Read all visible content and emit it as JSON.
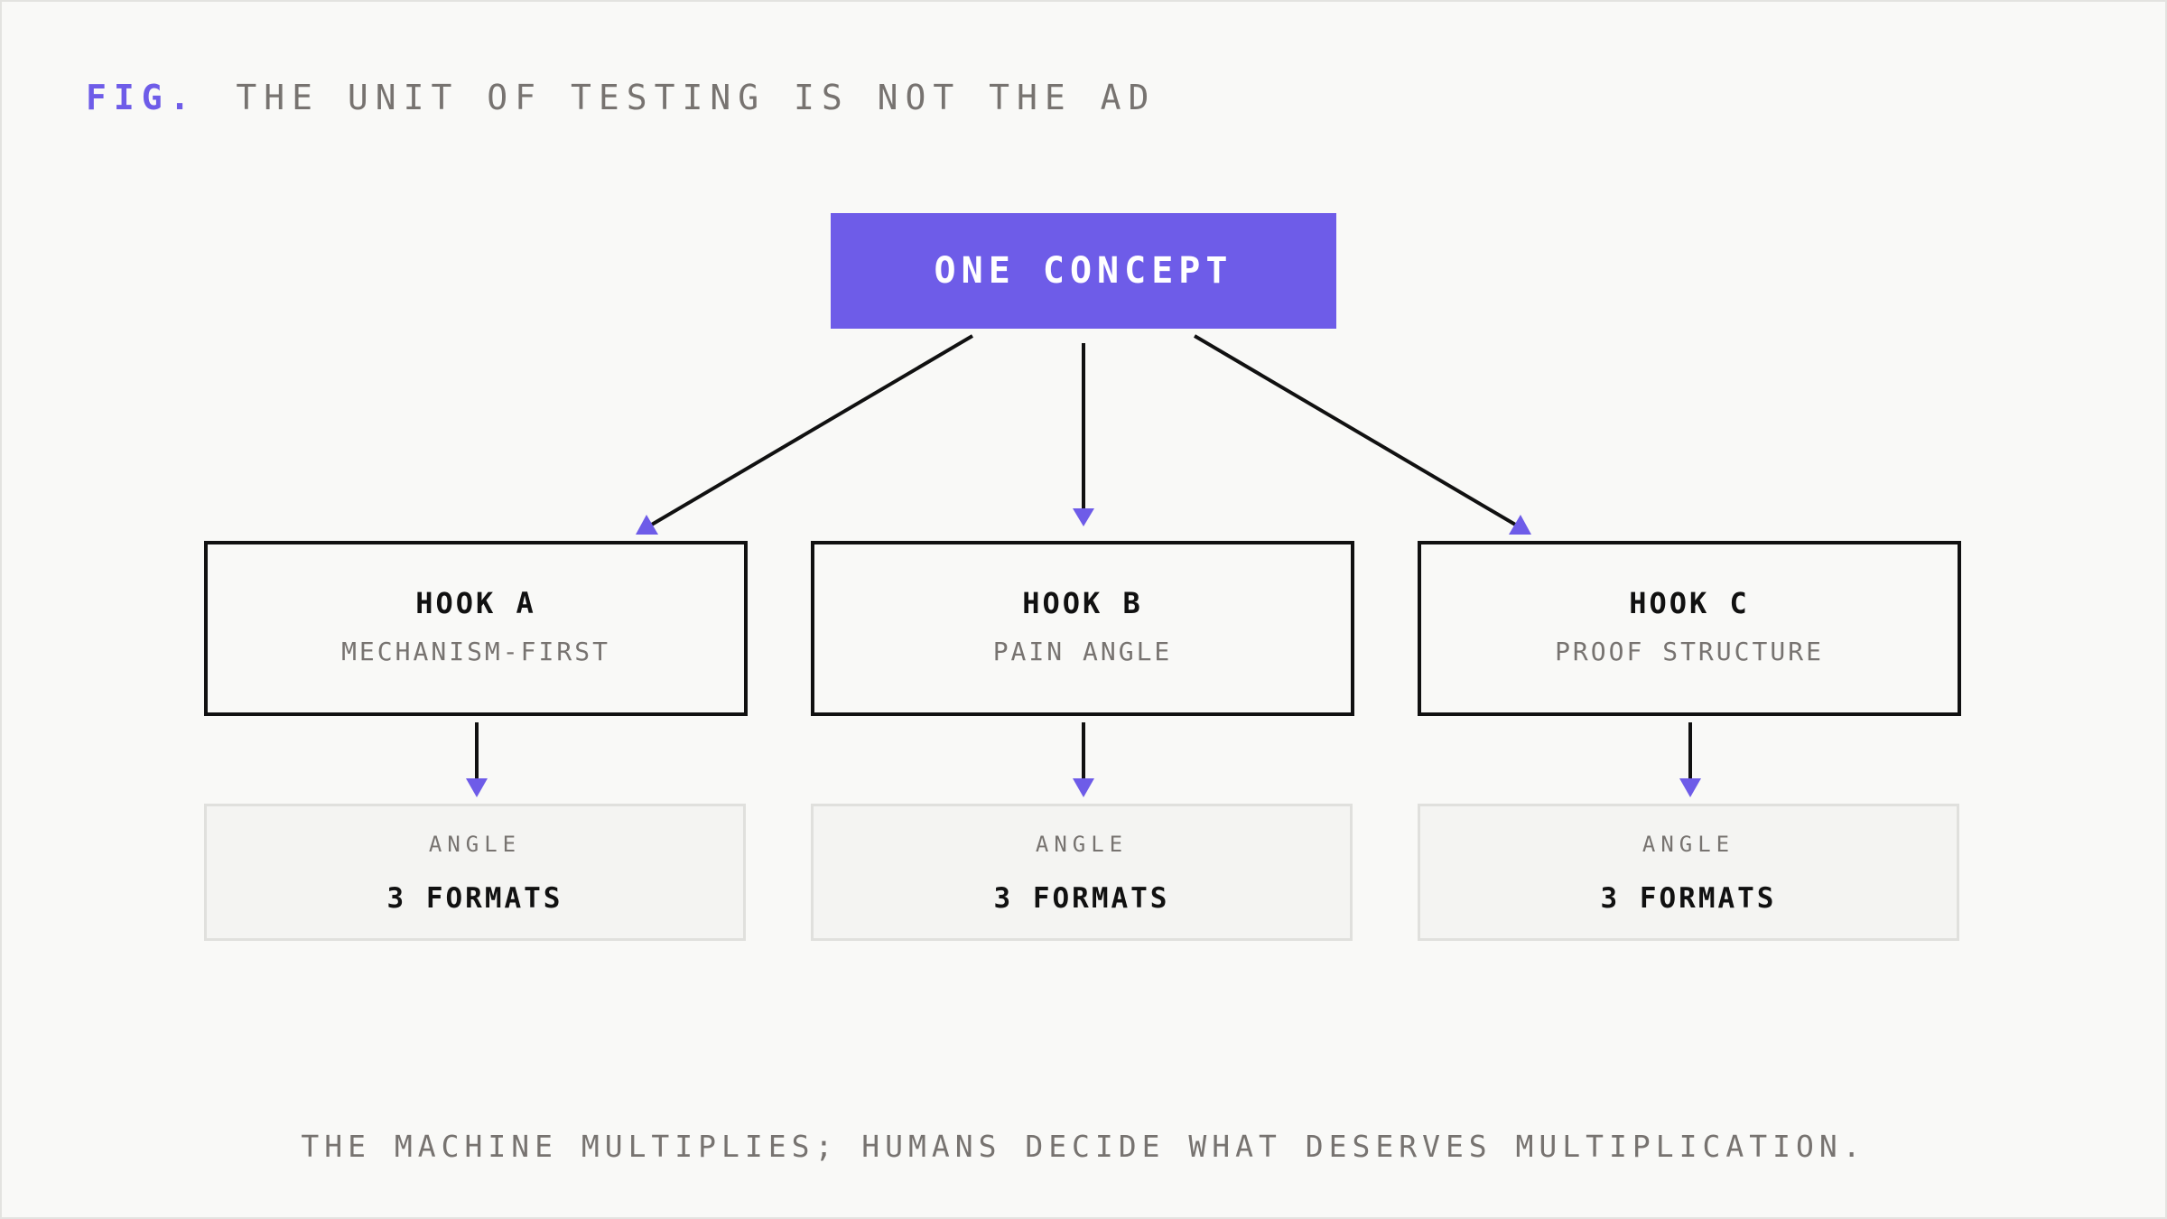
{
  "figure": {
    "label": "FIG.",
    "title": "THE UNIT OF TESTING IS NOT THE AD"
  },
  "concept": {
    "label": "ONE CONCEPT"
  },
  "hooks": [
    {
      "title": "HOOK A",
      "subtitle": "MECHANISM-FIRST"
    },
    {
      "title": "HOOK B",
      "subtitle": "PAIN ANGLE"
    },
    {
      "title": "HOOK C",
      "subtitle": "PROOF STRUCTURE"
    }
  ],
  "formats": [
    {
      "kicker": "ANGLE",
      "label": "3 FORMATS"
    },
    {
      "kicker": "ANGLE",
      "label": "3 FORMATS"
    },
    {
      "kicker": "ANGLE",
      "label": "3 FORMATS"
    }
  ],
  "footer": {
    "text": "THE MACHINE MULTIPLIES; HUMANS DECIDE WHAT DESERVES MULTIPLICATION."
  },
  "colors": {
    "accent": "#6e5ce8",
    "line": "#111111",
    "muted_text": "#777370",
    "background": "#f9f9f7",
    "format_fill": "#f4f4f2",
    "format_border": "#e0e0dd"
  }
}
